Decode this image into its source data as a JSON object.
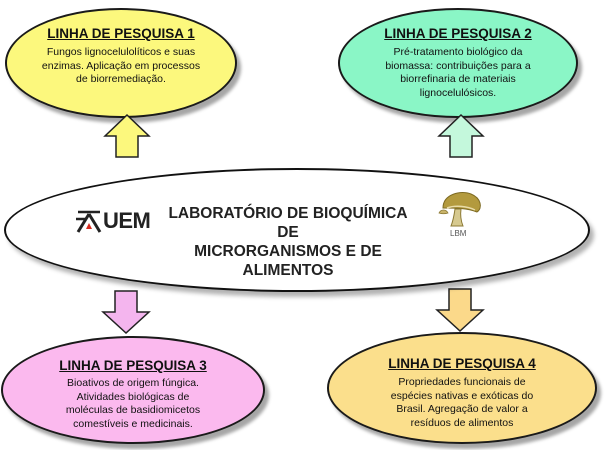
{
  "cards": [
    {
      "title": "LINHA  DE PESQUISA 1",
      "lines": [
        "Fungos lignocelulolíticos e suas",
        "enzimas. Aplicação em  processos",
        "de biorremediação."
      ],
      "fill": "#fcf87d"
    },
    {
      "title": "LINHA DE PESQUISA 2",
      "lines": [
        "Pré-tratamento biológico da",
        "biomassa: contribuições para a",
        "biorrefinaria de materiais",
        "lignocelulósicos."
      ],
      "fill": "#8af6c6"
    },
    {
      "title": "LINHA DE PESQUISA 3",
      "lines": [
        "Bioativos de origem fúngica.",
        "Atividades biológicas de",
        "moléculas de basidiomicetos",
        "comestíveis e medicinais."
      ],
      "fill": "#fbb9ee"
    },
    {
      "title": "LINHA DE PESQUISA 4",
      "lines": [
        "Propriedades funcionais de",
        "espécies nativas e exóticas do",
        "Brasil. Agregação de valor a",
        "resíduos de alimentos"
      ],
      "fill": "#fbdf8c"
    }
  ],
  "center": {
    "title_line1": "LABORATÓRIO DE BIOQUÍMICA DE",
    "title_line2": "MICRORGANISMOS E DE ALIMENTOS",
    "uem_logo_text": "UEM",
    "lbm_logo_text": "LBM"
  },
  "arrows": {
    "up_left_fill": "#fcf87d",
    "up_right_fill": "#c4f8dc",
    "down_left_fill": "#f4b5ee",
    "down_right_fill": "#fbd98a"
  }
}
